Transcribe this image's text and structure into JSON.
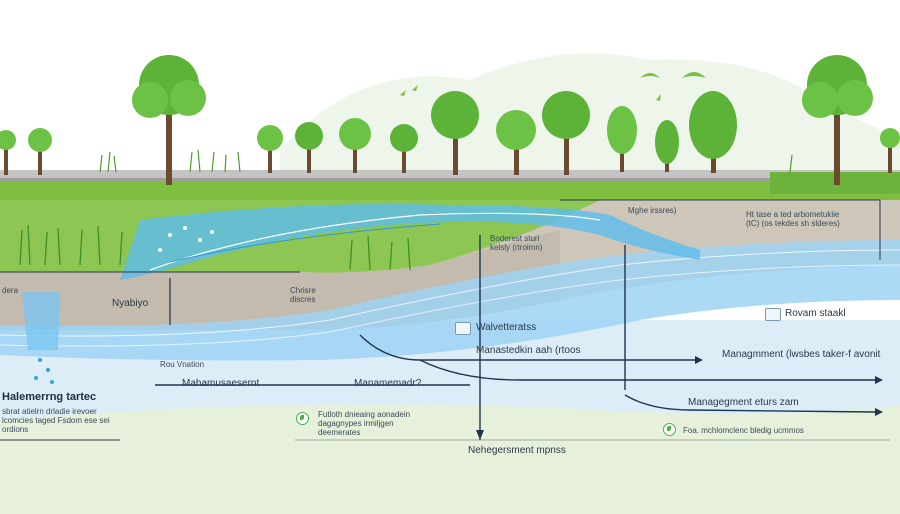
{
  "colors": {
    "sky": "#ffffff",
    "hill": "#eef5ea",
    "grass": "#8bc34a",
    "grass_dark": "#5fa832",
    "soil": "#c9c2b6",
    "soil_dark": "#b3ab9c",
    "water": "#d7ecf9",
    "water_stream": "#4fb3ea",
    "water_lines": "#3a9fe0",
    "arrow": "#1f3550",
    "tree_leaf": "#5cb338",
    "tree_trunk": "#6b4a2e",
    "road": "#b8b8b8"
  },
  "labels": {
    "l01": "Mghe irssres)",
    "l02": "Ht tase a ted arbometukiie\n(tC) (os tekdes sh slderes)",
    "l03": "Boderest sturi\nkelsly (rtroimn)",
    "l04": "dera",
    "l05": "Chrisre\ndiscres",
    "l06": "Nyabiyo",
    "l07": "Rovam staakl",
    "l08": "Walvetteratss",
    "l09": "Manastedkin aah (rtoos",
    "l10": "Managmment (lwsbes taker-f avonit",
    "l11": "Rou Vnation",
    "l12": "Halemerrng tartec",
    "l13": "Mahamusaesernt",
    "l14": "Manamemadr?",
    "l15": "Managegment eturs zam",
    "l16": "sbrat atielrn drladie irevoer\nlcomcies taged Fsdom ese sei\nordions",
    "l17": "Futloth dnieaing aonadein\ndagagnypes irmiljgen\ndeemerates",
    "l18": "Foa. mchlomclenc bledig ucmmos",
    "l19": "Nehegersment mpnss"
  },
  "icons": [
    "tree-icon",
    "bird-icon",
    "leaf-badge-icon",
    "note-icon",
    "arrowhead-icon"
  ]
}
